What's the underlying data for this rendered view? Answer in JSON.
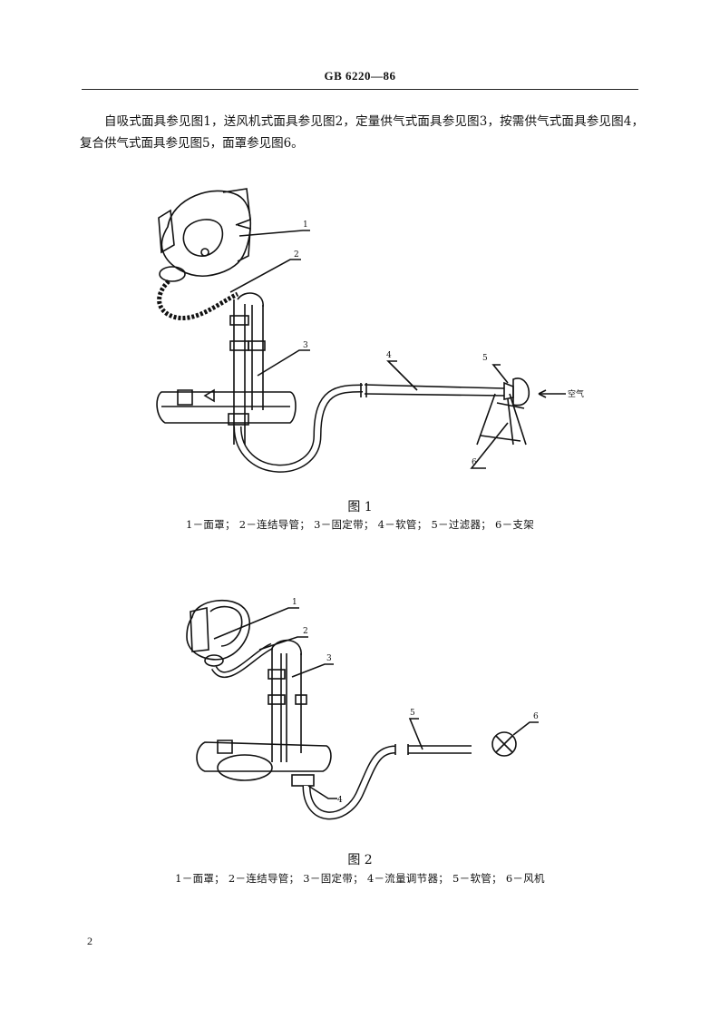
{
  "header": {
    "standard": "GB 6220—86"
  },
  "intro_text": "自吸式面具参见图1，送风机式面具参见图2，定量供气式面具参见图3，按需供气式面具参见图4，复合供气式面具参见图5，面罩参见图6。",
  "figure1": {
    "caption": "图 1",
    "legend": "1－面罩； 2－连结导管； 3－固定带； 4－软管； 5－过滤器； 6－支架",
    "callouts": [
      "1",
      "2",
      "3",
      "4",
      "5",
      "6"
    ],
    "air_label": "空气"
  },
  "figure2": {
    "caption": "图 2",
    "legend": "1－面罩； 2－连结导管； 3－固定带； 4－流量调节器； 5－软管； 6－风机",
    "callouts": [
      "1",
      "2",
      "3",
      "4",
      "5",
      "6"
    ]
  },
  "page_number": "2"
}
